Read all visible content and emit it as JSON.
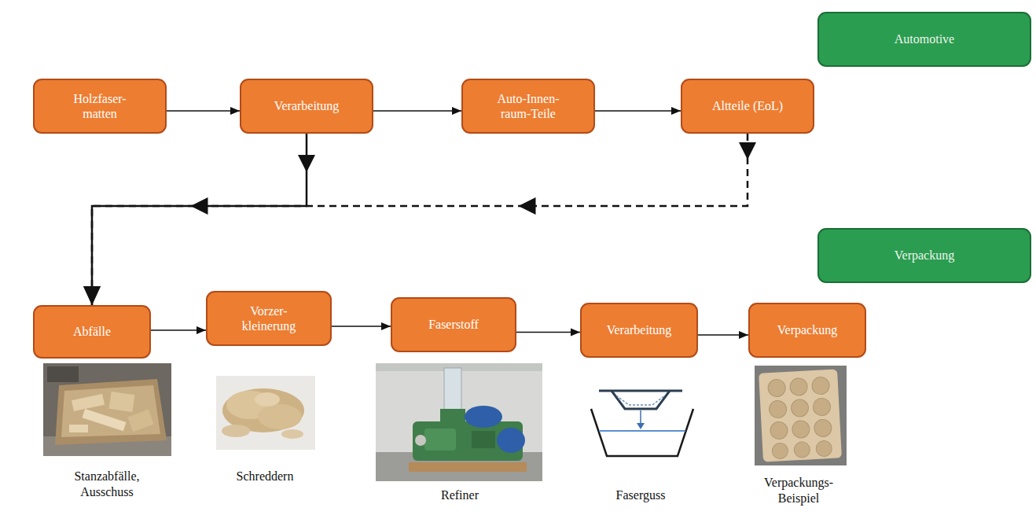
{
  "diagram": {
    "nodes": [
      {
        "text": [
          "Automotive"
        ]
      },
      {
        "text": [
          "Holzfaser- matten"
        ]
      },
      {
        "text": [
          "Verarbeitung"
        ]
      },
      {
        "text": [
          "Auto-Innen- raum-Teile"
        ]
      },
      {
        "text": [
          "Altteile (EoL)"
        ]
      },
      {
        "text": [
          "Verpackung"
        ]
      },
      {
        "text": [
          "Abfälle"
        ]
      },
      {
        "text": [
          "Vorzer- kleinerung"
        ]
      },
      {
        "text": [
          "Faserstoff"
        ]
      },
      {
        "text": [
          "Verarbeitung"
        ]
      },
      {
        "text": [
          "Verpackung"
        ]
      }
    ],
    "edges": [
      {
        "from": 1,
        "to": 2,
        "arrow": "to"
      },
      {
        "from": 2,
        "to": 3,
        "arrow": "to"
      },
      {
        "from": 3,
        "to": 4,
        "arrow": "to"
      },
      {
        "from": 2,
        "to": 6,
        "arrow": "to"
      },
      {
        "from": 4,
        "to": 6,
        "arrow": "to"
      },
      {
        "from": 6,
        "to": 7,
        "arrow": "to"
      },
      {
        "from": 7,
        "to": 8,
        "arrow": "to"
      },
      {
        "from": 8,
        "to": 9,
        "arrow": "to"
      },
      {
        "from": 9,
        "to": 10,
        "arrow": "to"
      }
    ],
    "labels": [
      "Stanzabfälle, Ausschuss",
      "Schreddern",
      "Refiner",
      "Faserguss",
      "Verpackungs- Beispiel"
    ]
  }
}
